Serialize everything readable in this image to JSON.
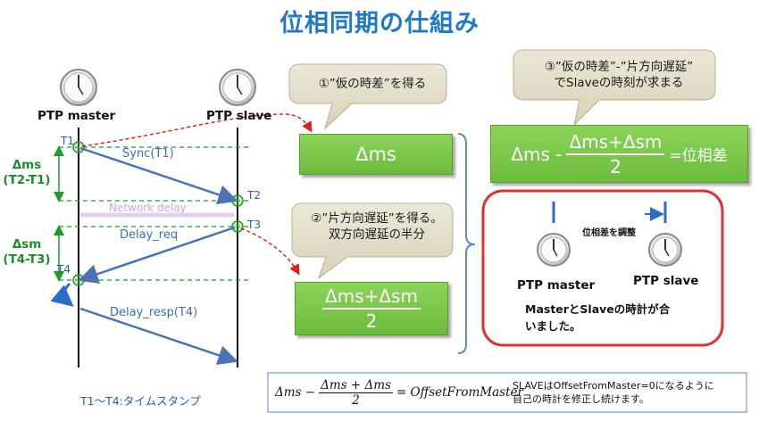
{
  "title": "位相同期の仕組み",
  "master_label": "PTP master",
  "slave_label": "PTP slave",
  "timestamps": {
    "t1": "T1",
    "t2": "T2",
    "t3": "T3",
    "t4": "T4"
  },
  "messages": {
    "sync": "Sync(T1)",
    "network_delay": "Network delay",
    "delay_req": "Delay_req",
    "delay_resp": "Delay_resp(T4)"
  },
  "delta_ms": {
    "line1": "Δms",
    "line2": "(T2-T1)"
  },
  "delta_sm": {
    "line1": "Δsm",
    "line2": "(T4-T3)"
  },
  "callout1": "①”仮の時差”を得る",
  "callout2": {
    "line1": "②”片方向遅延”を得る。",
    "line2": "双方向遅延の半分"
  },
  "callout3": {
    "line1": "③”仮の時差”-”片方向遅延”",
    "line2": "でSlaveの時刻が求まる"
  },
  "box_ms": "Δms",
  "box_half": {
    "num": "Δms+Δsm",
    "den": "2"
  },
  "box_result": {
    "left": "Δms -",
    "num": "Δms+Δsm",
    "den": "2",
    "right": "=位相差"
  },
  "sync_panel": {
    "adjust": "位相差を調整",
    "master": "PTP master",
    "slave": "PTP slave",
    "message_line1": "MasterとSlaveの時計が合",
    "message_line2": "いました。"
  },
  "formula": {
    "lhs": "Δms −",
    "num": "Δms + Δms",
    "den": "2",
    "rhs": "= OffsetFromMaster"
  },
  "formula_note": {
    "line1": "SLAVEはOffsetFromMaster=0になるように",
    "line2": "自己の時計を修正し続けます。"
  },
  "footnote": "T1～T4:タイムスタンプ",
  "colors": {
    "title": "#1f78c8",
    "green_box": "#6cbb3c",
    "arrow": "#4a74b4",
    "red_dashed": "#e02020",
    "panel_border": "#e03030"
  }
}
